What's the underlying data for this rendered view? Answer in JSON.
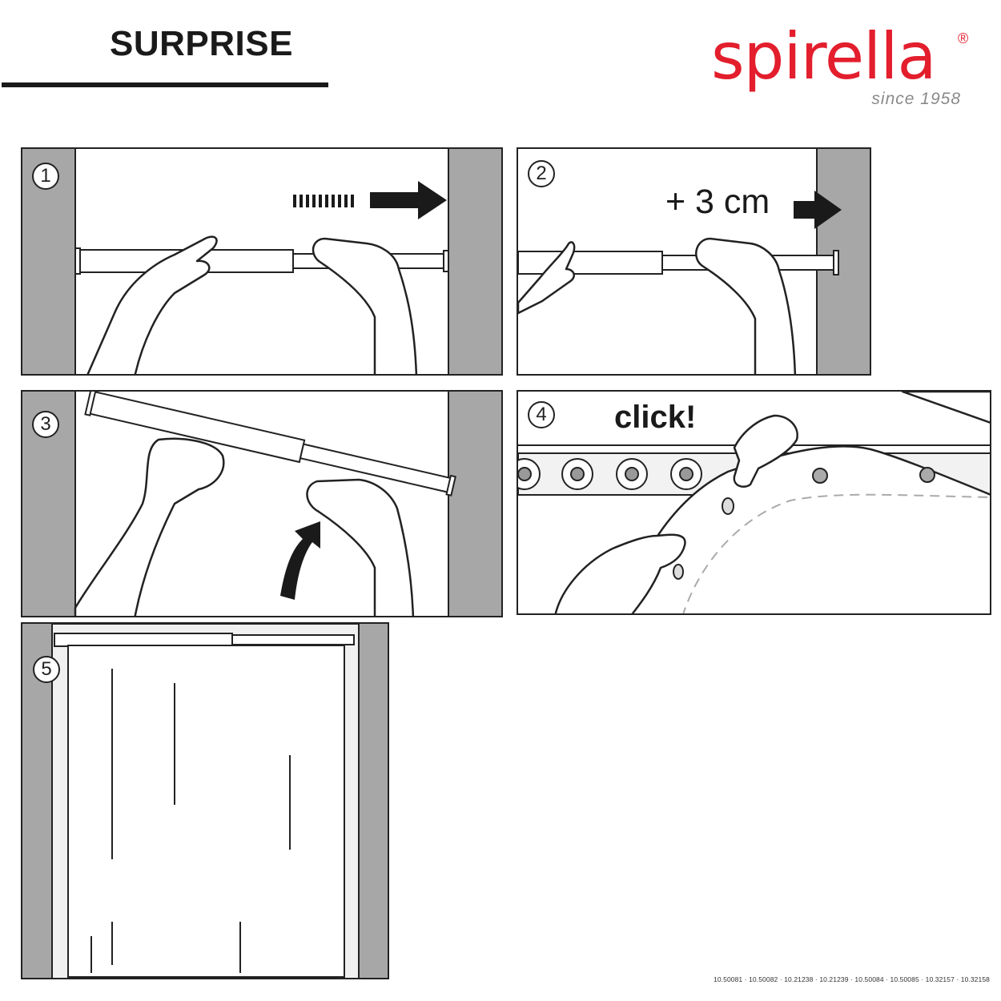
{
  "header": {
    "title": "SURPRISE",
    "brand": "spirella",
    "brand_mark": "®",
    "tagline": "since 1958"
  },
  "steps": [
    {
      "number": "1",
      "caption": ""
    },
    {
      "number": "2",
      "caption": "+ 3 cm"
    },
    {
      "number": "3",
      "caption": ""
    },
    {
      "number": "4",
      "caption": "click!"
    },
    {
      "number": "5",
      "caption": ""
    }
  ],
  "footer": {
    "product_codes": "10.50081 · 10.50082 · 10.21238 · 10.21239 · 10.50084 · 10.50085 · 10.32157 · 10.32158"
  },
  "colors": {
    "brand_red": "#e31e2d",
    "wall_gray": "#a7a7a7",
    "line": "#222222",
    "tagline_gray": "#8a8a8a"
  },
  "icons": [
    "arrow-right-icon",
    "arrow-up-curved-icon",
    "hand-icon",
    "tension-rod-icon",
    "curtain-ring-icon"
  ]
}
